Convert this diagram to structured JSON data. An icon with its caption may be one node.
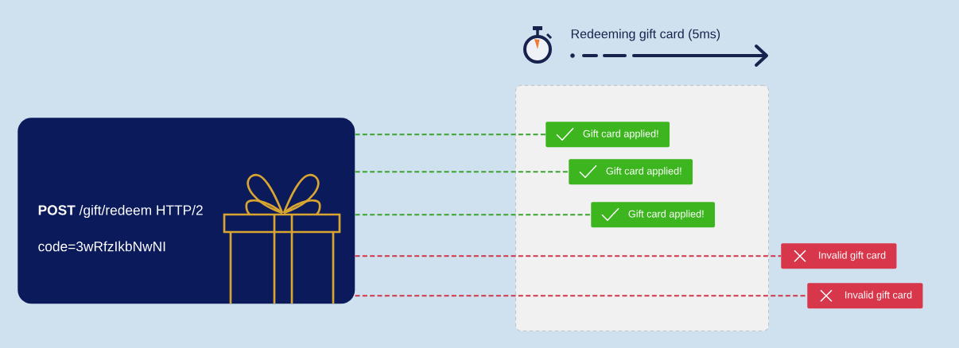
{
  "diagram": {
    "nodes": [
      {
        "text": [
          "**POST** /gift/redeem HTTP/2",
          "code=3wRfzIkbNwNI"
        ]
      },
      {
        "text": [],
        "shape": "box"
      },
      {
        "text": [
          "Gift card applied!"
        ],
        "in": 1
      },
      {
        "text": [
          "Gift card applied!"
        ],
        "in": 1
      },
      {
        "text": [
          "Gift card applied!"
        ],
        "in": 1
      },
      {
        "text": [
          "Invalid gift card"
        ]
      },
      {
        "text": [
          "Invalid gift card"
        ]
      }
    ],
    "edges": [
      {
        "from": 0,
        "to": 2,
        "arrow": "none",
        "style": "dashed"
      },
      {
        "from": 0,
        "to": 3,
        "arrow": "none",
        "style": "dashed"
      },
      {
        "from": 0,
        "to": 4,
        "arrow": "none",
        "style": "dashed"
      },
      {
        "from": 0,
        "to": 5,
        "arrow": "none",
        "style": "dashed",
        "color": "#d0364a"
      },
      {
        "from": 0,
        "to": 6,
        "arrow": "none",
        "style": "dashed",
        "color": "#d0364a"
      }
    ],
    "labels": [
      "Redeeming gift card (5ms)"
    ]
  }
}
